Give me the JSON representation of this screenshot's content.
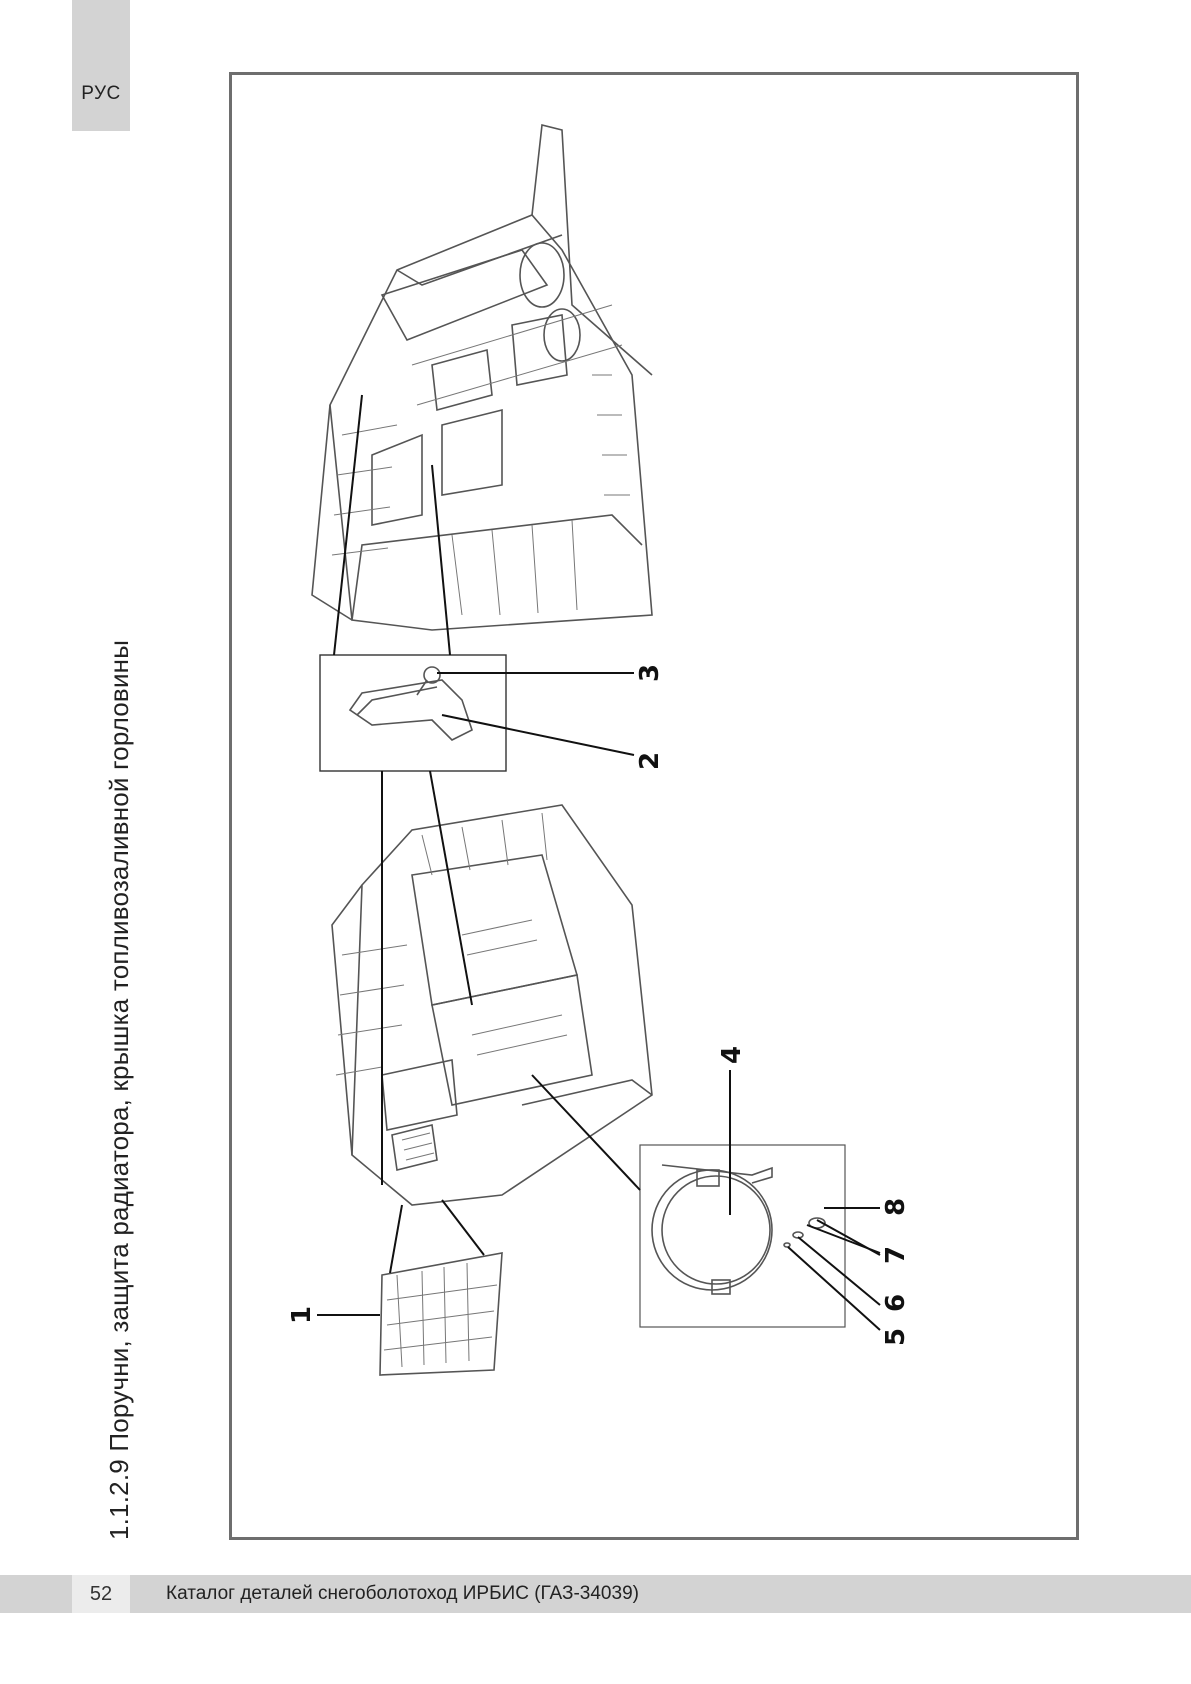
{
  "page": {
    "lang_tab": "РУС",
    "section_title": "1.1.2.9 Поручни, защита радиатора, крышка топливозаливной горловины",
    "page_number": "52",
    "footer_text": "Каталог деталей снегоболотоход ИРБИС (ГАЗ-34039)"
  },
  "callouts": [
    "1",
    "2",
    "3",
    "4",
    "5",
    "6",
    "7",
    "8"
  ]
}
